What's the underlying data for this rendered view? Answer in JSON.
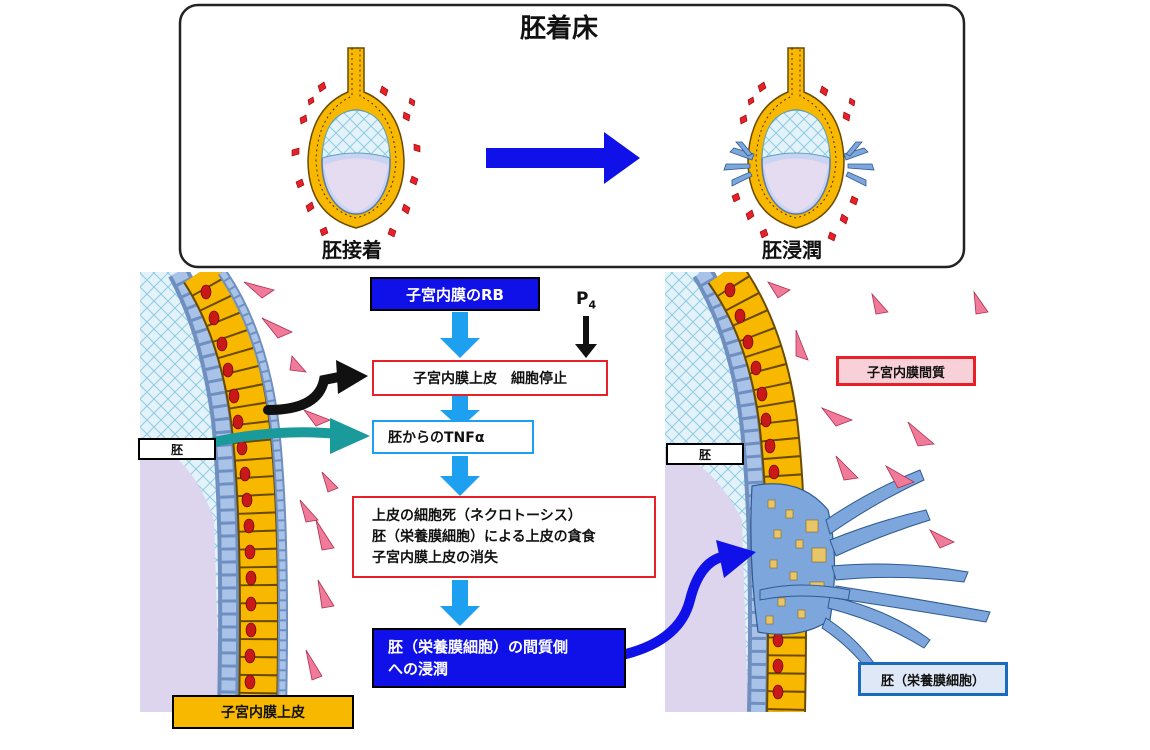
{
  "top_panel": {
    "title": "胚着床",
    "label_left": "胚接着",
    "label_right": "胚浸潤"
  },
  "flow": {
    "rb": "子宮内膜のRB",
    "p4_base": "P",
    "p4_sub": "4",
    "arrest": "子宮内膜上皮　細胞停止",
    "tnf": "胚からのTNFα",
    "death_line1": "上皮の細胞死（ネクロトーシス）",
    "death_line2": "胚（栄養膜細胞）による上皮の貪食",
    "death_line3": "子宮内膜上皮の消失",
    "invasion_line1": "胚（栄養膜細胞）の間質側",
    "invasion_line2": "への浸潤"
  },
  "labels": {
    "embryo_left": "胚",
    "embryo_right": "胚",
    "epithelium": "子宮内膜上皮",
    "stroma": "子宮内膜間質",
    "trophoblast": "胚（栄養膜細胞）"
  },
  "colors": {
    "blue_box": "#1010e8",
    "light_blue_arrow": "#1ea0f0",
    "red_border": "#e8202a",
    "teal_arrow": "#1a9a9a",
    "yellow": "#f8b800",
    "nucleus": "#c81818",
    "stroma_cell": "#f07a9a",
    "trophoblast_blue": "#7ca6dc",
    "lavender": "#ddd4ee"
  },
  "icons": [
    "block-arrow-right-icon",
    "down-arrow-icon",
    "curved-arrow-icon"
  ]
}
